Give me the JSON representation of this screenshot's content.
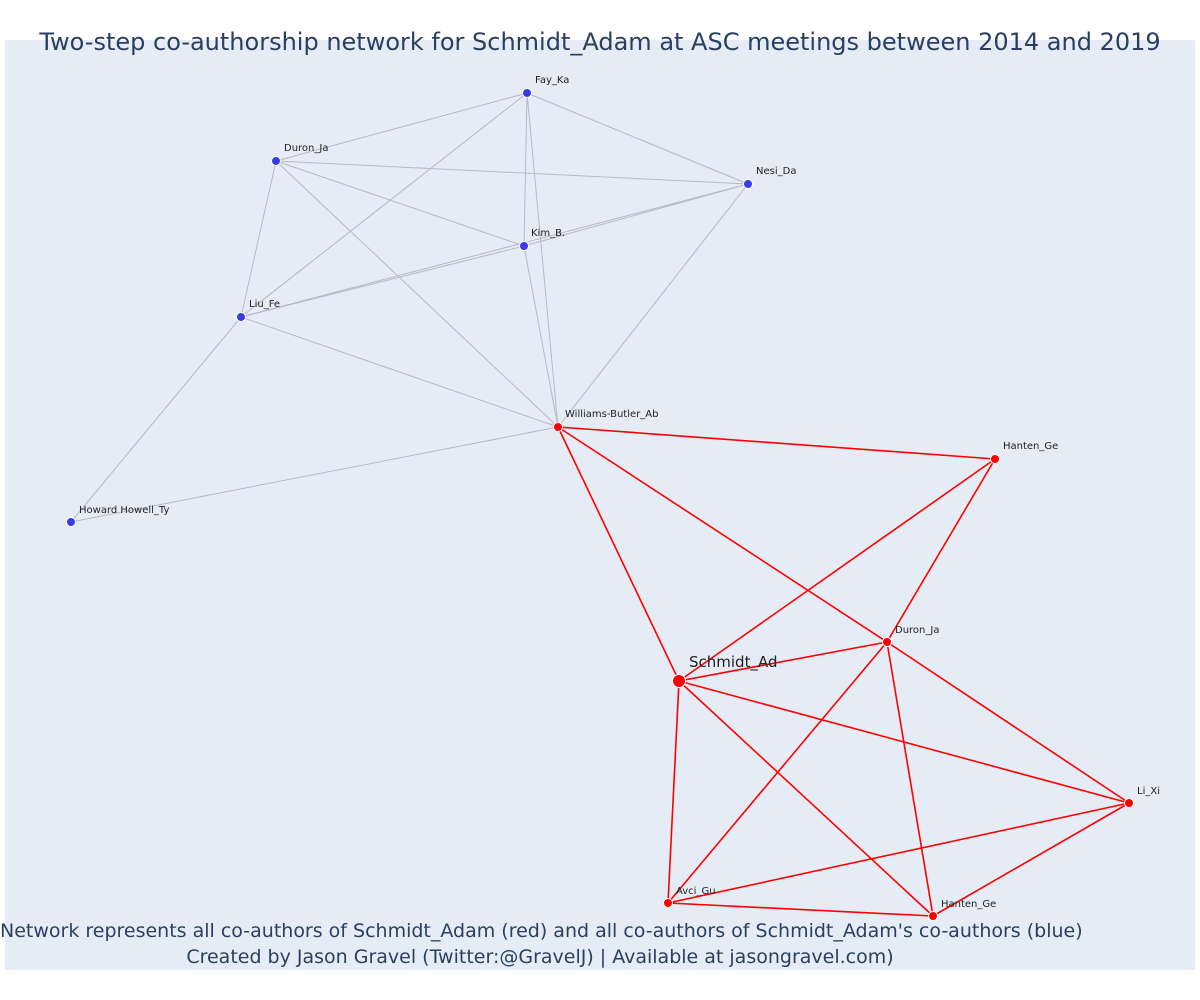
{
  "title": "Two-step co-authorship network for Schmidt_Adam at ASC meetings between 2014 and 2019",
  "caption": {
    "line1": "Network represents all co-authors of Schmidt_Adam (red) and all co-authors of Schmidt_Adam's co-authors (blue)",
    "line2": "Created by Jason Gravel (Twitter:@GravelJ) | Available at jasongravel.com)"
  },
  "colors": {
    "red": "#ff0000",
    "blue": "#3a3ae8",
    "grey_edge": "#b4b8c8",
    "plot_bg": "#e5ecf6"
  },
  "network": {
    "nodes": [
      {
        "id": "schmidt",
        "label": "Schmidt_Ad",
        "group": "focal"
      },
      {
        "id": "williams",
        "label": "Williams-Butler_Ab",
        "group": "red"
      },
      {
        "id": "hanten1",
        "label": "Hanten_Ge",
        "group": "red"
      },
      {
        "id": "duron_r",
        "label": "Duron_Ja",
        "group": "red"
      },
      {
        "id": "lixi",
        "label": "Li_Xi",
        "group": "red"
      },
      {
        "id": "avci",
        "label": "Avci_Gu",
        "group": "red"
      },
      {
        "id": "hanten2",
        "label": "Hanten_Ge",
        "group": "red"
      },
      {
        "id": "fay",
        "label": "Fay_Ka",
        "group": "blue"
      },
      {
        "id": "duron_b",
        "label": "Duron_Ja",
        "group": "blue"
      },
      {
        "id": "nesi",
        "label": "Nesi_Da",
        "group": "blue"
      },
      {
        "id": "kim",
        "label": "Kim_B.",
        "group": "blue"
      },
      {
        "id": "liu",
        "label": "Liu_Fe",
        "group": "blue"
      },
      {
        "id": "howard",
        "label": "Howard Howell_Ty",
        "group": "blue"
      }
    ],
    "edges": [
      [
        "fay",
        "duron_b"
      ],
      [
        "fay",
        "nesi"
      ],
      [
        "fay",
        "kim"
      ],
      [
        "fay",
        "liu"
      ],
      [
        "fay",
        "williams"
      ],
      [
        "duron_b",
        "nesi"
      ],
      [
        "duron_b",
        "kim"
      ],
      [
        "duron_b",
        "liu"
      ],
      [
        "duron_b",
        "williams"
      ],
      [
        "nesi",
        "kim"
      ],
      [
        "nesi",
        "liu"
      ],
      [
        "nesi",
        "williams"
      ],
      [
        "kim",
        "liu"
      ],
      [
        "kim",
        "williams"
      ],
      [
        "liu",
        "williams"
      ],
      [
        "liu",
        "howard"
      ],
      [
        "howard",
        "williams"
      ],
      [
        "williams",
        "schmidt"
      ],
      [
        "williams",
        "hanten1"
      ],
      [
        "williams",
        "duron_r"
      ],
      [
        "hanten1",
        "schmidt"
      ],
      [
        "hanten1",
        "duron_r"
      ],
      [
        "duron_r",
        "schmidt"
      ],
      [
        "duron_r",
        "lixi"
      ],
      [
        "duron_r",
        "avci"
      ],
      [
        "duron_r",
        "hanten2"
      ],
      [
        "schmidt",
        "lixi"
      ],
      [
        "schmidt",
        "avci"
      ],
      [
        "schmidt",
        "hanten2"
      ],
      [
        "lixi",
        "avci"
      ],
      [
        "lixi",
        "hanten2"
      ],
      [
        "avci",
        "hanten2"
      ]
    ]
  }
}
